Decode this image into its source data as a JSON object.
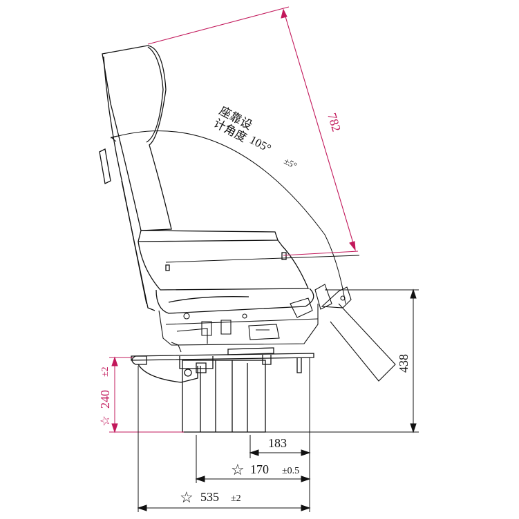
{
  "dimensions": {
    "backrest_length": "782",
    "total_height": "438",
    "pedestal_height": "240",
    "pedestal_height_tol": "±2",
    "offset_183": "183",
    "offset_170": "170",
    "offset_170_tol": "±0.5",
    "width_535": "535",
    "width_535_tol": "±2"
  },
  "angle_label": {
    "line1": "座靠设",
    "line2": "计角度",
    "value": "105°",
    "tolerance": "±5°"
  },
  "symbols": {
    "star": "☆"
  },
  "colors": {
    "ink": "#111111",
    "accent_pink": "#c2185b"
  }
}
